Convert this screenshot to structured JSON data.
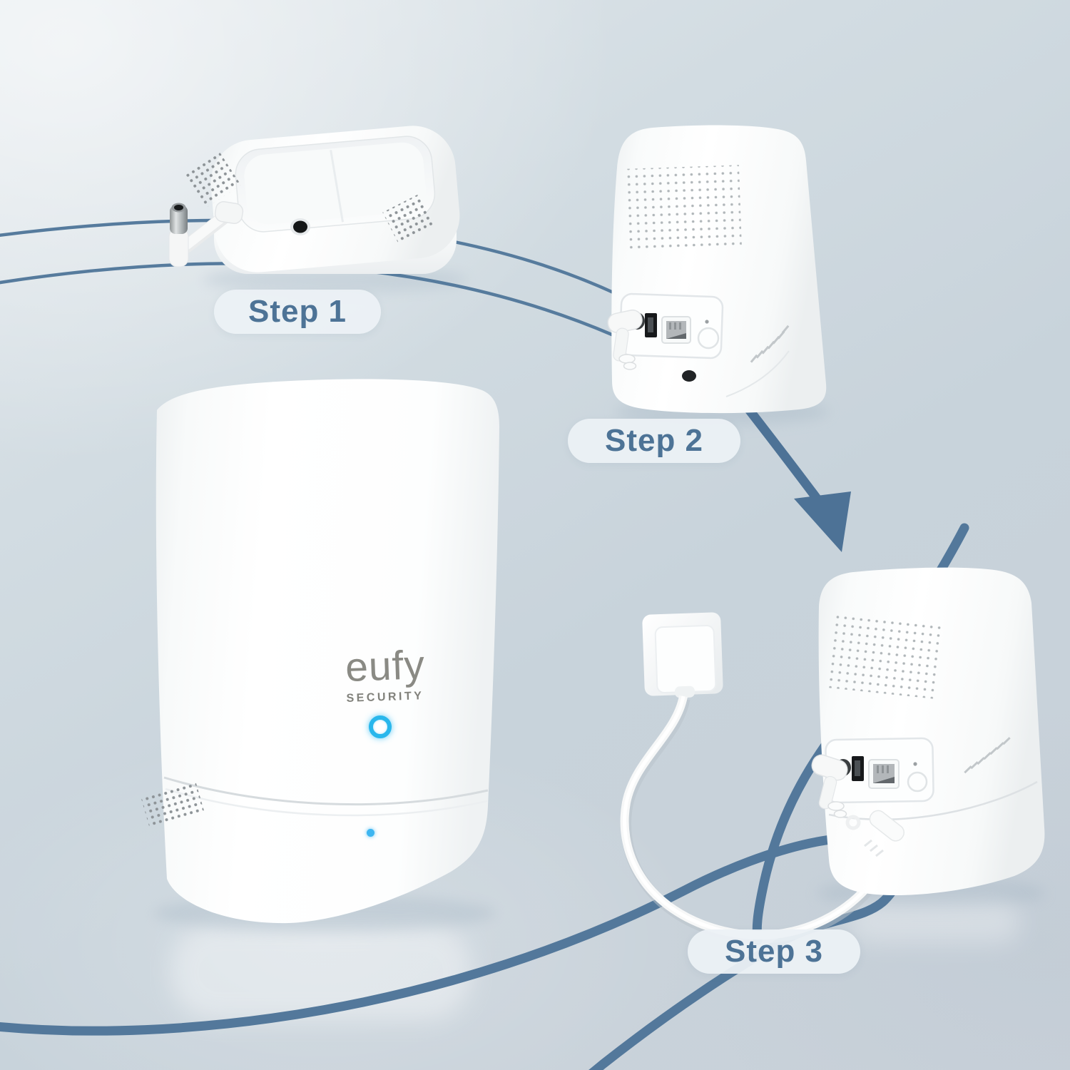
{
  "steps": [
    {
      "label": "Step 1"
    },
    {
      "label": "Step 2"
    },
    {
      "label": "Step 3"
    }
  ],
  "branding": {
    "logo": "eufy",
    "subtitle": "SECURITY"
  },
  "flow": {
    "direction": "clockwise",
    "arrow": "down-right"
  },
  "colors": {
    "background_light": "#e2e8ec",
    "background_mid": "#c9d3db",
    "ring_arc": "#567b9d",
    "ring_arc_thick": "#53789b",
    "arrow": "#4d7296",
    "pill_background": "#ecf1f5",
    "step_text": "#4d7396",
    "brand_text": "#8a8a84",
    "led_ring": "#29b7ec",
    "led_dot": "#3db6f1",
    "device_white": "#ffffff"
  }
}
